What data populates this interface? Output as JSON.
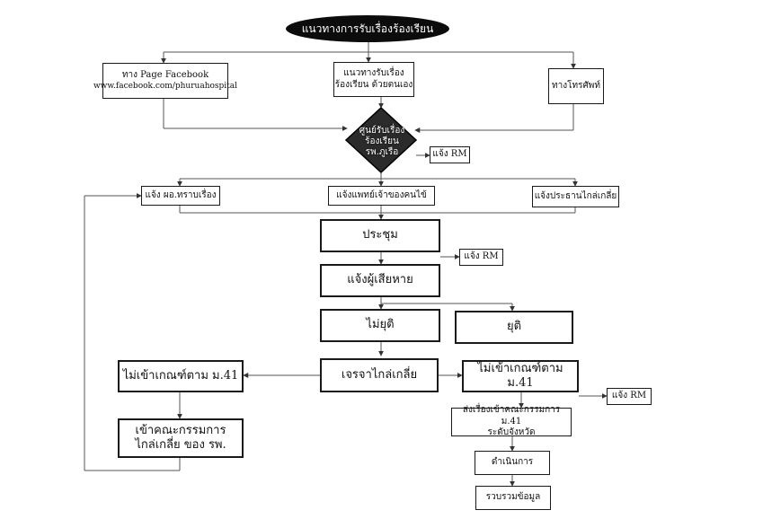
{
  "title": "แนวทางการรับเรื่องร้องเรียน",
  "channels": {
    "facebook_line1": "ทาง Page Facebook",
    "facebook_line2": "www.facebook.com/phuruahospital",
    "walkin_line1": "แนวทางรับเรื่อง",
    "walkin_line2": "ร้องเรียน ด้วยตนเอง",
    "phone": "ทางโทรศัพท์"
  },
  "center": {
    "line1": "ศูนย์รับเรื่อง",
    "line2": "ร้องเรียน",
    "line3": "รพ.ภูเรือ"
  },
  "notify_rm_1": "แจ้ง RM",
  "notify_rm_2": "แจ้ง RM",
  "notify_rm_3": "แจ้ง RM",
  "notify": {
    "director": "แจ้ง ผอ.ทราบเรื่อง",
    "staff": "แจ้งแพทย์เจ้าของคนไข้",
    "mediator": "แจ้งประธานไกล่เกลี่ย"
  },
  "meeting": "ประชุม",
  "inform_victim": "แจ้งผู้เสียหาย",
  "not_end": "ไม่ยุติ",
  "ended": "ยุติ",
  "negotiate": "เจรจาไกล่เกลี่ย",
  "not_meet_left": "ไม่เข้าเกณฑ์ตาม ม.41",
  "committee_line1": "เข้าคณะกรรมการ",
  "committee_line2": "ไกล่เกลี่ย ของ รพ.",
  "not_meet_right": "ไม่เข้าเกณฑ์ตาม ม.41",
  "province_line1": "ส่งเรื่องเข้าคณะกรรมการ ม.41",
  "province_line2": "ระดับจังหวัด",
  "proceed": "ดำเนินการ",
  "collect": "รวบรวมข้อมูล"
}
